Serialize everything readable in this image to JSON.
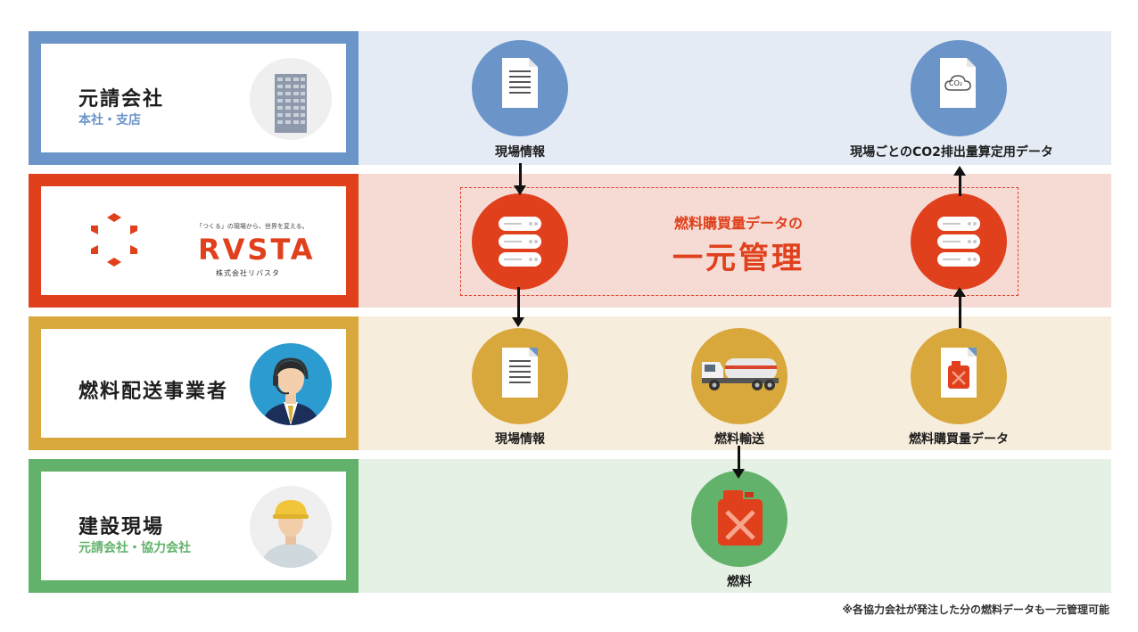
{
  "bands": [
    {
      "title": "元請会社",
      "subtitle": "本社・支店",
      "color": "#6b95c8",
      "bg": "#e4ebf5",
      "sub_color": "#6b95c8"
    },
    {
      "title": "",
      "subtitle": "",
      "color": "#e0401c",
      "bg": "#f6dbd5",
      "sub_color": "#e0401c"
    },
    {
      "title": "燃料配送事業者",
      "subtitle": "",
      "color": "#d9a83c",
      "bg": "#f7eddc",
      "sub_color": "#d9a83c"
    },
    {
      "title": "建設現場",
      "subtitle": "元請会社・協力会社",
      "color": "#62b26b",
      "bg": "#e4f1e4",
      "sub_color": "#62b26b"
    }
  ],
  "logo": {
    "tagline": "「つくる」の現場から、世界を変える。",
    "name": "RVSTA",
    "company": "株式会社リバスタ"
  },
  "center": {
    "line1": "燃料購買量データの",
    "line2": "一元管理"
  },
  "nodes": {
    "site_info_top": "現場情報",
    "co2_data": "現場ごとのCO2排出量算定用データ",
    "site_info_mid": "現場情報",
    "fuel_transport": "燃料輸送",
    "fuel_purchase": "燃料購買量データ",
    "fuel": "燃料"
  },
  "co2_badge": "CO₂",
  "footnote": "※各協力会社が発注した分の燃料データも一元管理可能",
  "icons": [
    "building-icon",
    "database-icon",
    "document-icon",
    "cloud-co2-icon",
    "truck-icon",
    "fuel-can-icon",
    "operator-avatar",
    "worker-avatar",
    "rvsta-logo"
  ]
}
